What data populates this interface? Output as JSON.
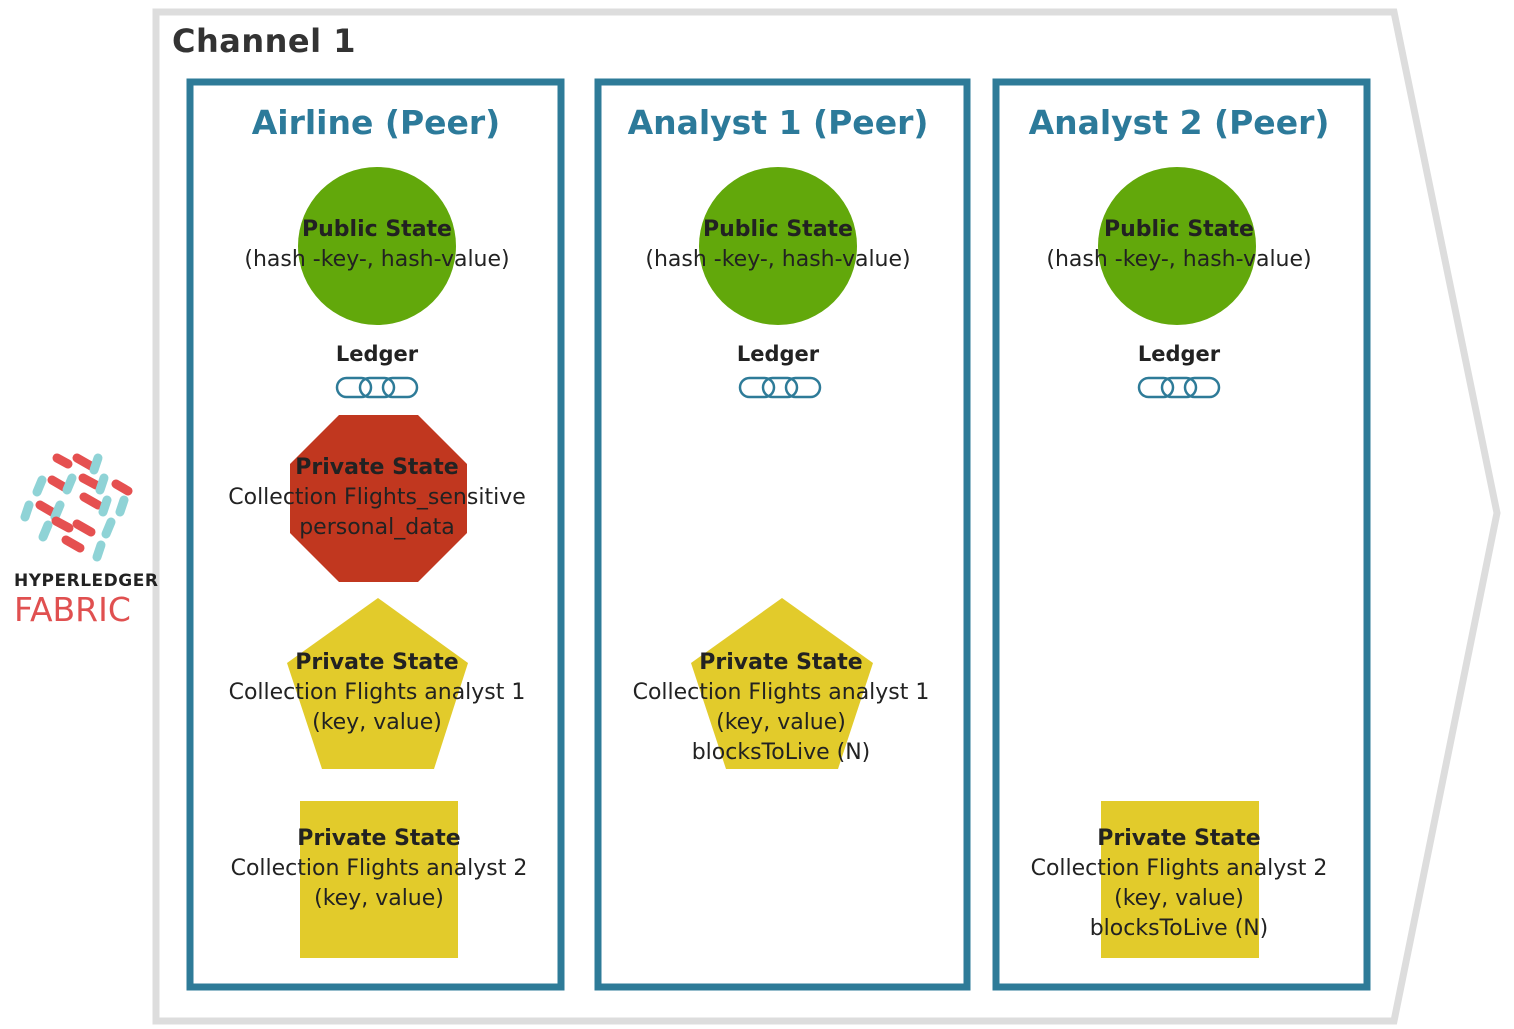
{
  "channel": {
    "title": "Channel 1"
  },
  "logo": {
    "line1": "HYPERLEDGER",
    "line2": "FABRIC"
  },
  "colors": {
    "peer_border": "#2e7b98",
    "public_state": "#62a80b",
    "private_sensitive": "#c1371f",
    "private_analyst": "#e2cb2b",
    "channel_border": "#dddddd",
    "ledger_icon": "#2e7b98"
  },
  "peers": [
    {
      "title": "Airline (Peer)",
      "public_state": {
        "title": "Public State",
        "text": "(hash -key-, hash-value)"
      },
      "ledger": "Ledger",
      "private_sensitive": {
        "title": "Private State",
        "line1": "Collection Flights_sensitive",
        "line2": "personal_data"
      },
      "private_a1": {
        "title": "Private State",
        "line1": "Collection Flights analyst 1",
        "line2": "(key, value)"
      },
      "private_a2": {
        "title": "Private State",
        "line1": "Collection Flights analyst 2",
        "line2": "(key, value)"
      }
    },
    {
      "title": "Analyst 1 (Peer)",
      "public_state": {
        "title": "Public State",
        "text": "(hash -key-, hash-value)"
      },
      "ledger": "Ledger",
      "private_a1": {
        "title": "Private State",
        "line1": "Collection Flights analyst 1",
        "line2": "(key, value)",
        "line3": "blocksToLive (N)"
      }
    },
    {
      "title": "Analyst 2 (Peer)",
      "public_state": {
        "title": "Public State",
        "text": "(hash -key-, hash-value)"
      },
      "ledger": "Ledger",
      "private_a2": {
        "title": "Private State",
        "line1": "Collection Flights analyst 2",
        "line2": "(key, value)",
        "line3": "blocksToLive (N)"
      }
    }
  ]
}
